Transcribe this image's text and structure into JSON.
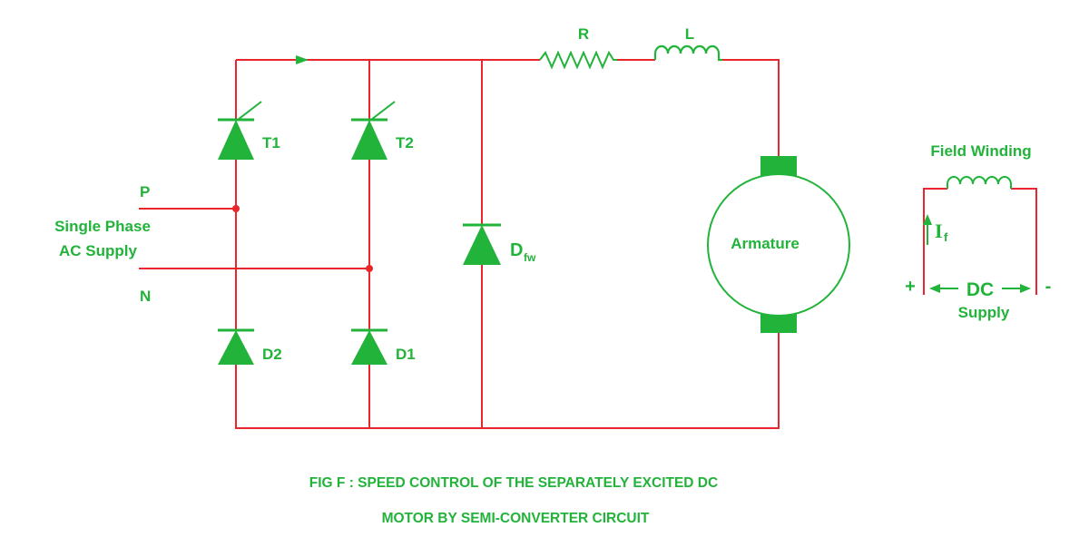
{
  "colors": {
    "wire": "#e8262c",
    "component": "#22b33a",
    "background": "#ffffff"
  },
  "labels": {
    "resistor": "R",
    "inductor": "L",
    "thyristor_1": "T1",
    "thyristor_2": "T2",
    "diode_1": "D1",
    "diode_2": "D2",
    "freewheel_main": "D",
    "freewheel_sub": "fw",
    "phase": "P",
    "neutral": "N",
    "supply_line1": "Single Phase",
    "supply_line2": "AC Supply",
    "armature": "Armature",
    "field_winding": "Field Winding",
    "field_current_main": "I",
    "field_current_sub": "f",
    "plus": "+",
    "minus": "-",
    "dc": "DC",
    "dc_supply": "Supply"
  },
  "caption": {
    "line1": "FIG F :  SPEED CONTROL OF THE SEPARATELY EXCITED DC",
    "line2": "MOTOR BY SEMI-CONVERTER CIRCUIT"
  }
}
